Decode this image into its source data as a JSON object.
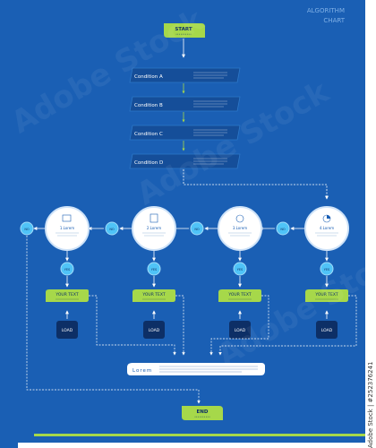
{
  "title": {
    "line1": "ALGORITHM",
    "line2": "CHART"
  },
  "start": {
    "label": "START"
  },
  "end": {
    "label": "END"
  },
  "conditions": [
    {
      "label": "Condition  A"
    },
    {
      "label": "Condition  B"
    },
    {
      "label": "Condition  C"
    },
    {
      "label": "Condition  D"
    }
  ],
  "circles": [
    {
      "label": "1.Lorem"
    },
    {
      "label": "2.Lorem"
    },
    {
      "label": "3.Lorem"
    },
    {
      "label": "4.Lorem"
    }
  ],
  "no_label": "NO",
  "yes_label": "YES",
  "your_text": "YOUR TEXT",
  "load_label": "LOAD",
  "lorem_box": {
    "label": "Lorem"
  },
  "watermark": {
    "text": "Adobe Stock"
  },
  "stock_id": "Adobe Stock | #252376241",
  "colors": {
    "background": "#1a5fb4",
    "accent": "#a6d84a",
    "button": "#4fc3f7",
    "load": "#0d2f66"
  }
}
